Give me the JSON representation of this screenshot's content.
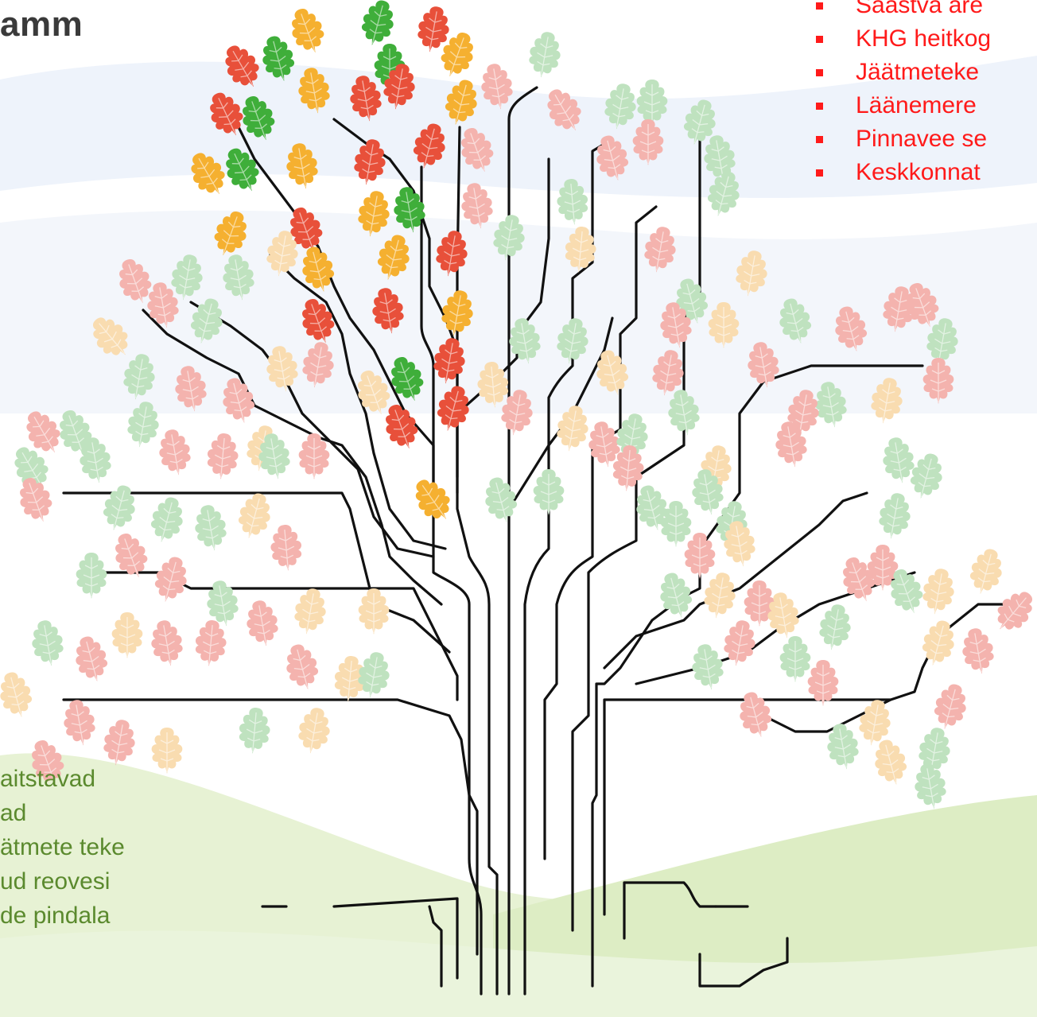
{
  "title": "amm",
  "red_list": [
    "Säästva are",
    "KHG heitkog",
    "Jäätmeteke",
    "Läänemere",
    "Pinnavee se",
    "Keskkonnat"
  ],
  "green_list": [
    "aitstavad",
    "ad",
    "ätmete teke",
    "ud reovesi",
    "de pindala"
  ],
  "colors": {
    "red_text": "#ff1a1a",
    "green_text": "#5b8a2e",
    "leaf_red": "#e8503a",
    "leaf_orange": "#f5b030",
    "leaf_green": "#3fae3a",
    "faded_red": "#f4b3ae",
    "faded_green": "#bfe2bf",
    "faded_orange": "#f9dcb0",
    "branch": "#111111"
  },
  "icons": {
    "leaf": "oak-leaf-icon",
    "bullet": "square-bullet-icon"
  }
}
